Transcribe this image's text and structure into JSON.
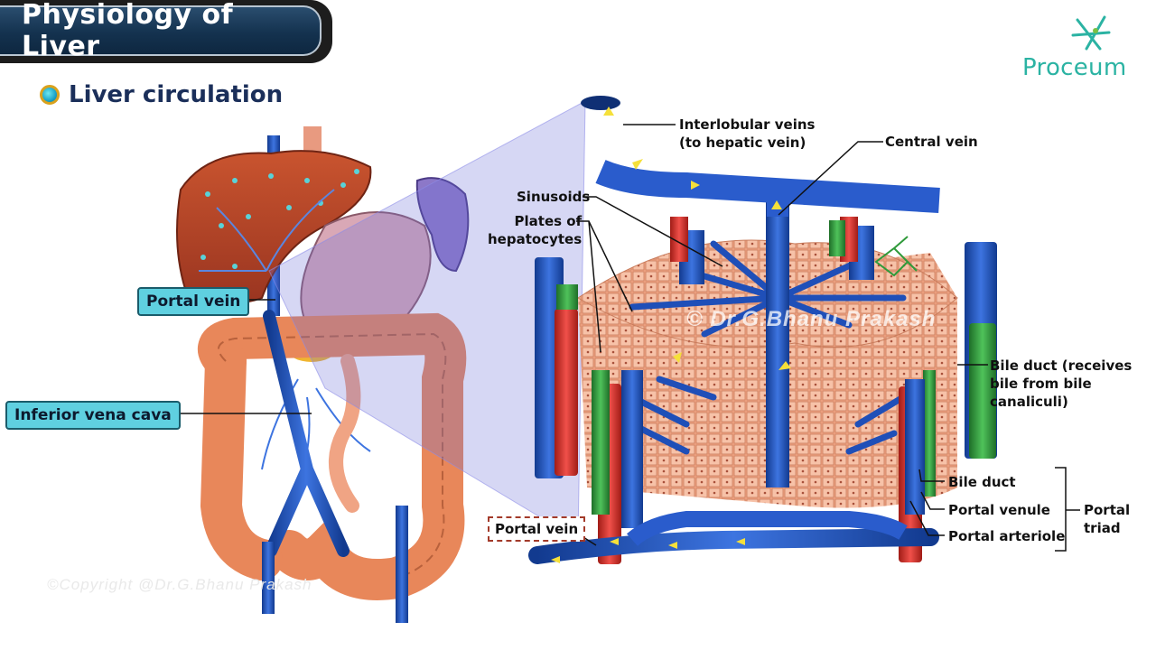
{
  "header": {
    "title": "Physiology of Liver"
  },
  "logo": {
    "text": "Proceum"
  },
  "section": {
    "bullet_text": "Liver circulation"
  },
  "left_labels": {
    "portal_vein": "Portal vein",
    "inferior_vena_cava": "Inferior vena cava"
  },
  "right_labels": {
    "interlobular_line1": "Interlobular veins",
    "interlobular_line2": "(to hepatic vein)",
    "central_vein": "Central vein",
    "sinusoids": "Sinusoids",
    "plates_line1": "Plates of",
    "plates_line2": "hepatocytes",
    "bile_duct_rec_line1": "Bile duct (receives",
    "bile_duct_rec_line2": "bile from bile",
    "bile_duct_rec_line3": "canaliculi)",
    "bile_duct": "Bile duct",
    "portal_venule": "Portal venule",
    "portal_arteriole": "Portal arteriole",
    "portal_triad_line1": "Portal",
    "portal_triad_line2": "triad",
    "portal_vein_box": "Portal vein"
  },
  "watermarks": {
    "copyright": "©Copyright @Dr.G.Bhanu Prakash",
    "center": "© Dr.G.Bhanu Prakash"
  },
  "colors": {
    "vein_blue": "#1f4fb8",
    "artery_red": "#d8312a",
    "bile_green": "#2f9a3a",
    "liver_brown": "#b8472a",
    "intestine_orange": "#e8875a",
    "label_cyan": "#5fd0e0",
    "title_navy": "#14324f",
    "logo_teal": "#2bb3a3"
  }
}
